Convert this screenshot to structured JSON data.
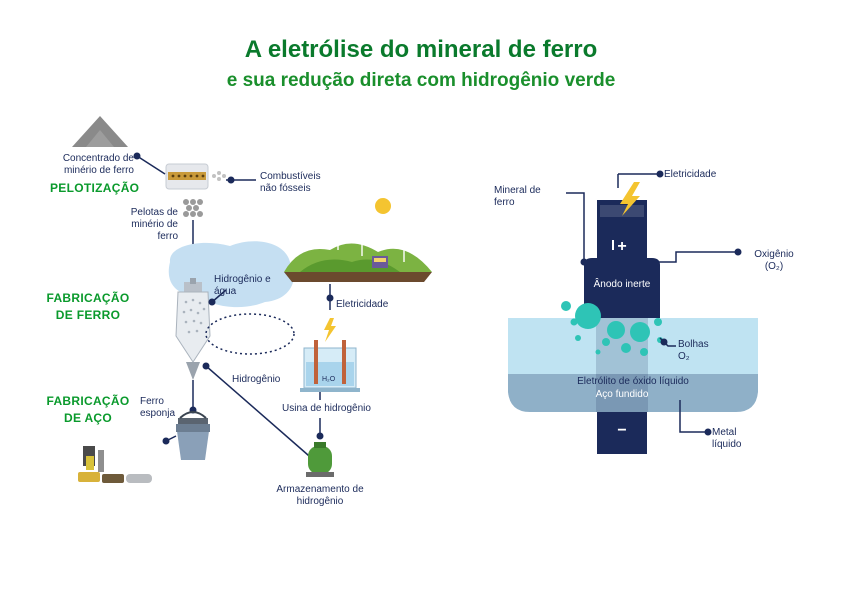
{
  "title": {
    "line1": "A eletrólise do mineral de ferro",
    "line2": "e sua redução direta com hidrogênio verde"
  },
  "left": {
    "concentrate": "Concentrado de minério de ferro",
    "pelletizing": "PELOTIZAÇÃO",
    "fuels": "Combustíveis não fósseis",
    "pellets": "Pelotas de minério de ferro",
    "iron_making": "FABRICAÇÃO DE FERRO",
    "hydrogen_water": "Hidrogênio e água",
    "electricity": "Eletricidade",
    "hydrogen": "Hidrogênio",
    "hydrogen_plant": "Usina de hidrogênio",
    "sponge_iron": "Ferro esponja",
    "steel_making": "FABRICAÇÃO DE AÇO",
    "hydrogen_storage": "Armazenamento de hidrogênio",
    "water_label": "H₂O"
  },
  "right": {
    "electricity": "Eletricidade",
    "iron_ore": "Mineral de ferro",
    "oxygen": "Oxigênio (O₂)",
    "anode": "Ânodo inerte",
    "bubbles": "Bolhas O₂",
    "electrolyte": "Eletrólito de óxido líquido",
    "molten_steel": "Aço fundido",
    "liquid_metal": "Metal líquido",
    "plus": "+",
    "minus": "−"
  },
  "colors": {
    "title_green": "#0a7a2c",
    "navy": "#1b2a5a",
    "teal": "#2ec4b6",
    "electrolyte": "#bfe3f2",
    "steel": "#8fb0c8"
  }
}
